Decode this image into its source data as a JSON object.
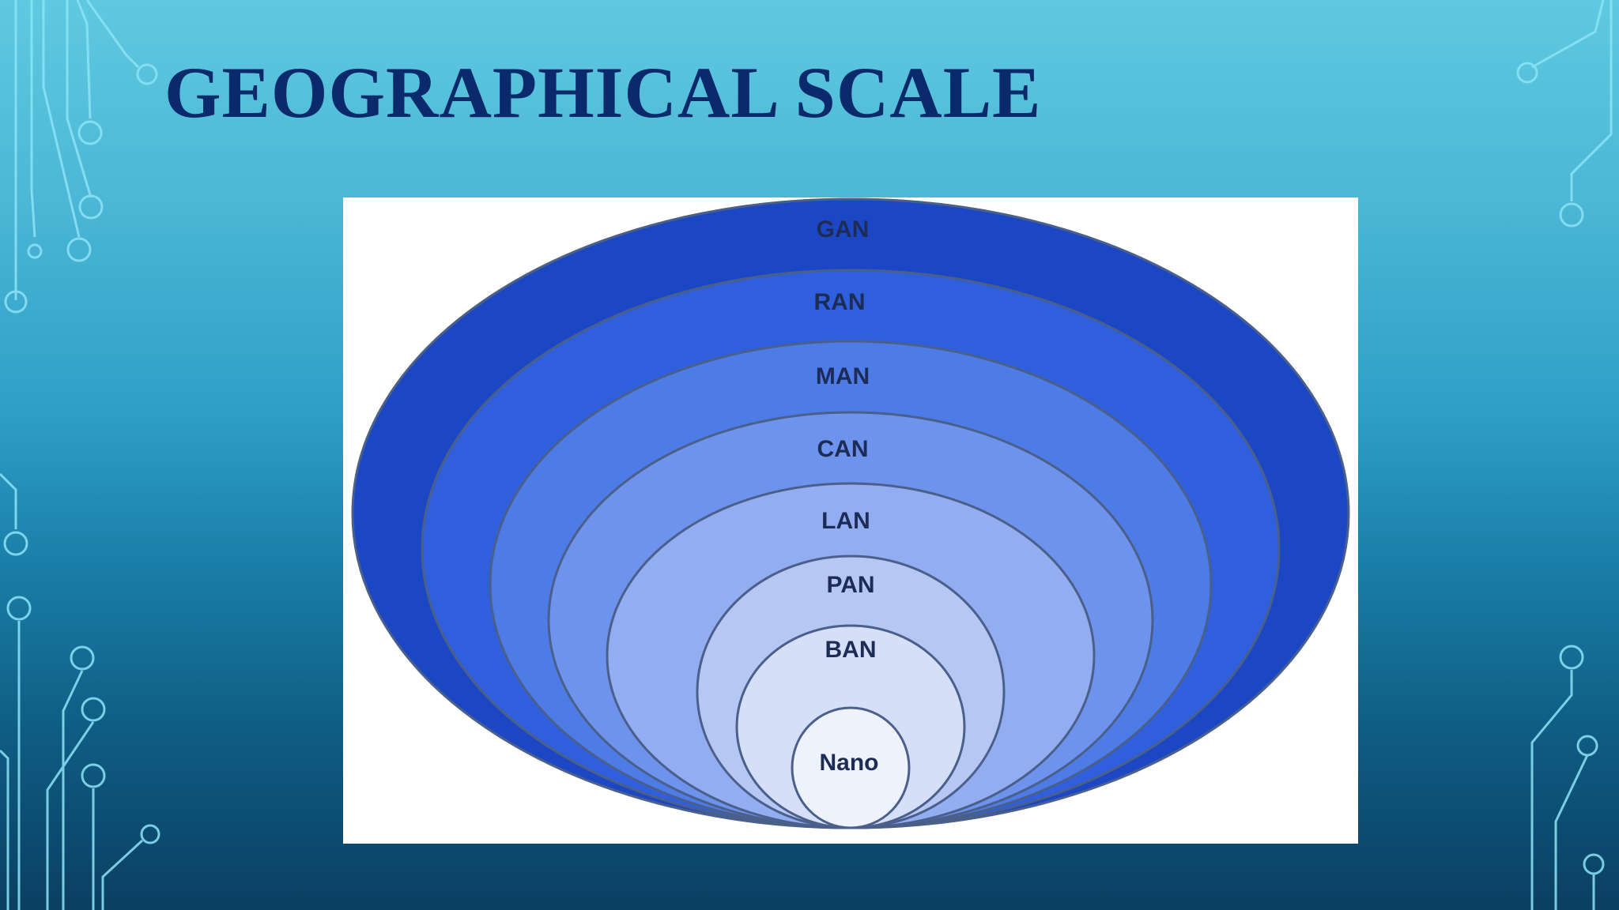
{
  "slide": {
    "title": "GEOGRAPHICAL SCALE"
  },
  "diagram": {
    "layers": [
      {
        "label": "GAN",
        "color": "#1b47c4"
      },
      {
        "label": "RAN",
        "color": "#2f5fdc"
      },
      {
        "label": "MAN",
        "color": "#4e7ce6"
      },
      {
        "label": "CAN",
        "color": "#6e93ec"
      },
      {
        "label": "LAN",
        "color": "#93aef0"
      },
      {
        "label": "PAN",
        "color": "#b6c7f4"
      },
      {
        "label": "BAN",
        "color": "#d5e0f8"
      },
      {
        "label": "Nano",
        "color": "#edf2fc"
      }
    ]
  },
  "colors": {
    "title": "#0b2a6b",
    "circuit_lines": "#7fe0f5"
  }
}
